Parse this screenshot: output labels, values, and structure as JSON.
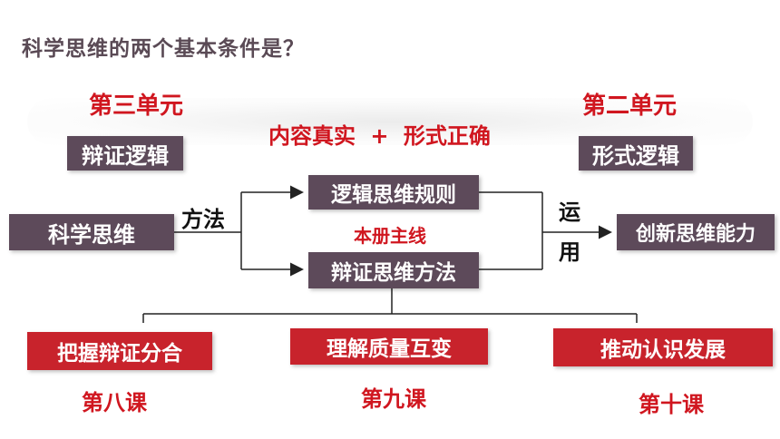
{
  "title": "科学思维的两个基本条件是？",
  "left_unit": {
    "title": "第三单元",
    "logic": "辩证逻辑"
  },
  "right_unit": {
    "title": "第二单元",
    "logic": "形式逻辑"
  },
  "conditions": {
    "left": "内容真实",
    "plus": "+",
    "right": "形式正确"
  },
  "flow": {
    "source": "科学思维",
    "method_label": "方法",
    "top_branch": "逻辑思维规则",
    "mainline": "本册主线",
    "bottom_branch": "辩证思维方法",
    "apply_label_1": "运",
    "apply_label_2": "用",
    "target": "创新思维能力"
  },
  "lessons": [
    {
      "topic": "把握辩证分合",
      "lesson": "第八课"
    },
    {
      "topic": "理解质量互变",
      "lesson": "第九课"
    },
    {
      "topic": "推动认识发展",
      "lesson": "第十课"
    }
  ],
  "colors": {
    "dark_box": "#5d4a5a",
    "red_box": "#c8232c",
    "red_text": "#d0161f",
    "title": "#5a4a55"
  }
}
